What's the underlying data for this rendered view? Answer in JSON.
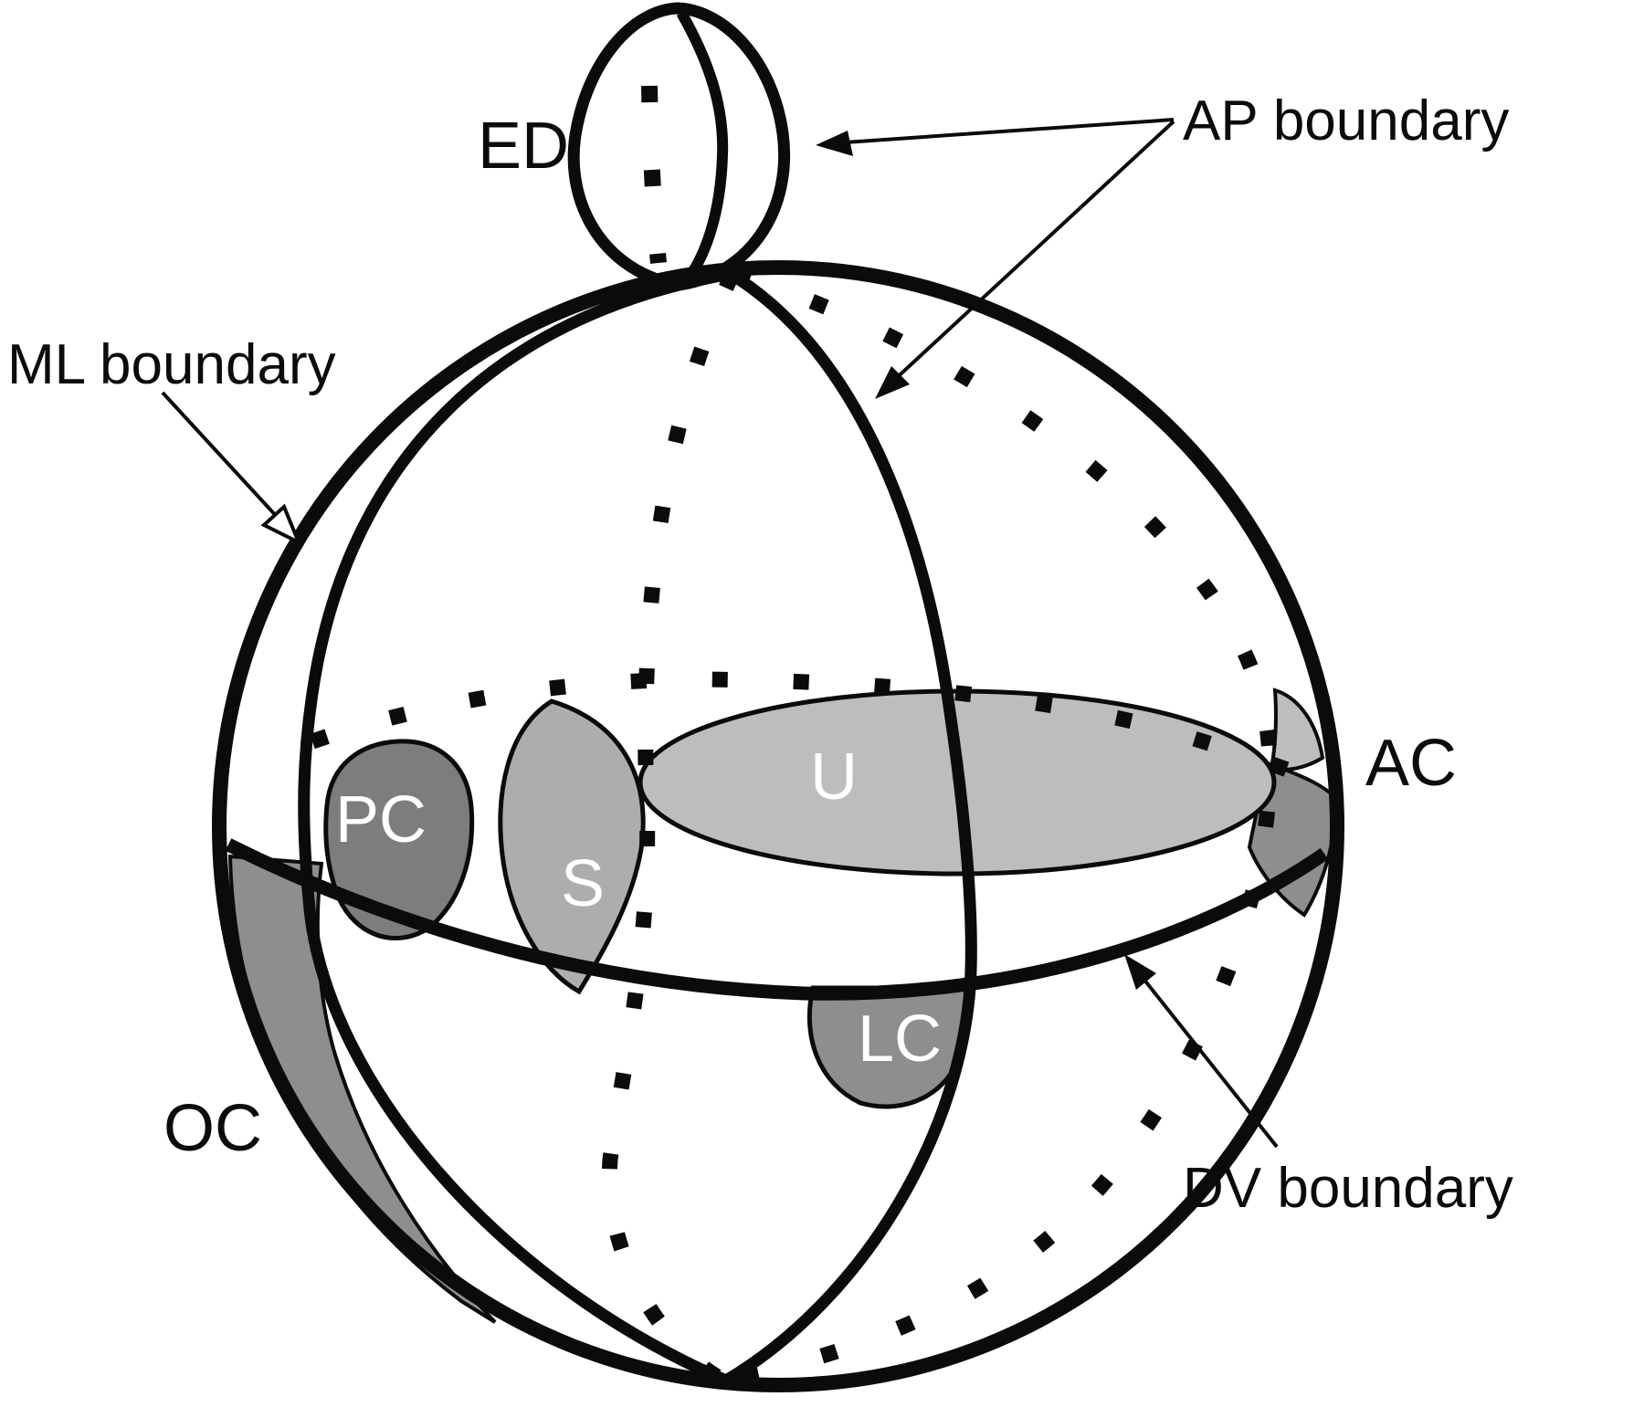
{
  "figure": {
    "type": "fate-map-sphere-diagram",
    "labels": {
      "ed": "ED",
      "ap_boundary": "AP boundary",
      "ml_boundary": "ML boundary",
      "dv_boundary": "DV boundary",
      "pc": "PC",
      "s": "S",
      "u": "U",
      "lc": "LC",
      "oc": "OC",
      "ac": "AC"
    },
    "colors": {
      "line": "#0b0b0b",
      "background": "#ffffff",
      "region_dark": "#7d7d7d",
      "region_mid": "#8e8e8e",
      "region_light": "#adadad",
      "region_lighter": "#bdbdbd",
      "label_on_region": "#ffffff",
      "label_text": "#0b0b0b"
    }
  }
}
